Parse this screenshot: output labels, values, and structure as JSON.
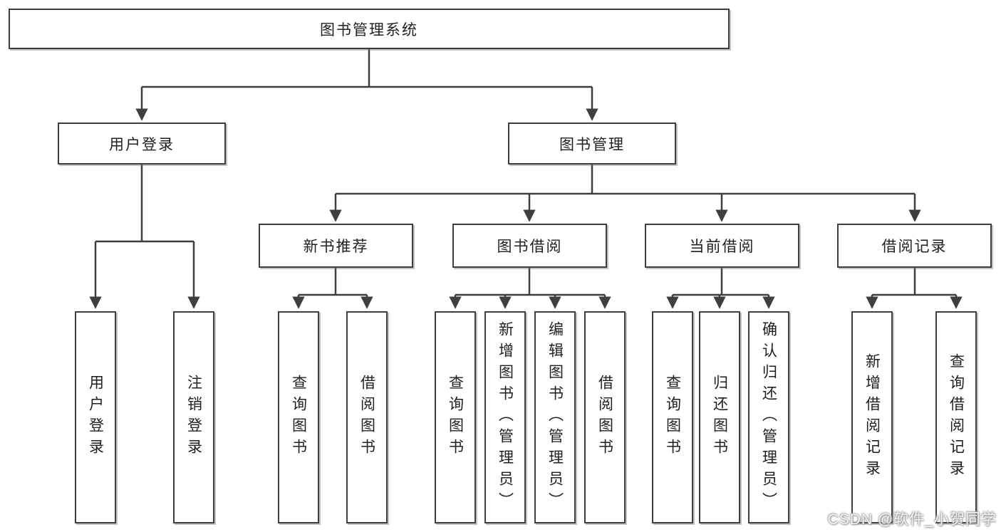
{
  "tree": {
    "label": "图书管理系统",
    "children": [
      {
        "label": "用户登录",
        "children": [
          {
            "label": "用户登录"
          },
          {
            "label": "注销登录"
          }
        ]
      },
      {
        "label": "图书管理",
        "children": [
          {
            "label": "新书推荐",
            "children": [
              {
                "label": "查询图书"
              },
              {
                "label": "借阅图书"
              }
            ]
          },
          {
            "label": "图书借阅",
            "children": [
              {
                "label": "查询图书"
              },
              {
                "label": "新增图书（管理员）"
              },
              {
                "label": "编辑图书（管理员）"
              },
              {
                "label": "借阅图书"
              }
            ]
          },
          {
            "label": "当前借阅",
            "children": [
              {
                "label": "查询图书"
              },
              {
                "label": "归还图书"
              },
              {
                "label": "确认归还（管理员）"
              }
            ]
          },
          {
            "label": "借阅记录",
            "children": [
              {
                "label": "新增借阅记录"
              },
              {
                "label": "查询借阅记录"
              }
            ]
          }
        ]
      }
    ]
  },
  "watermark": "CSDN @软件_小贺同学",
  "colors": {
    "line": "#3e3e3e",
    "box_border": "#3e3e3e",
    "text": "#1f1f1f",
    "background": "#ffffff",
    "watermark": "#f3f3f3"
  }
}
